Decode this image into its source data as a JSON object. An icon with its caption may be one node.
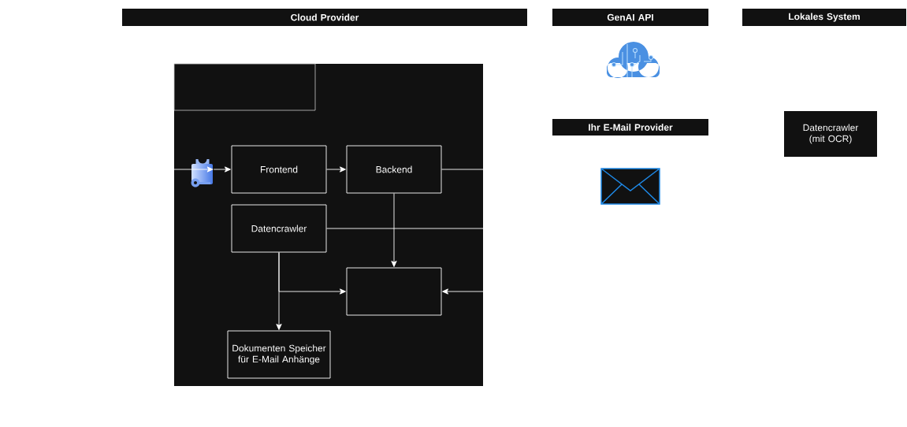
{
  "diagram": {
    "nodes": [
      {
        "text": [
          "Cloud Provider"
        ]
      },
      {
        "text": [
          "GenAI API"
        ]
      },
      {
        "text": [
          "Lokales System"
        ]
      },
      {
        "text": [],
        "shape": "box"
      },
      {
        "text": [],
        "shape": "box",
        "in": 3
      },
      {
        "text": [],
        "shape": "picture",
        "in": 3
      },
      {
        "text": [
          "Frontend"
        ],
        "in": 3
      },
      {
        "text": [
          "Backend"
        ],
        "in": 3
      },
      {
        "text": [
          "Datencrawler"
        ],
        "in": 3
      },
      {
        "text": [],
        "shape": "box",
        "in": 3
      },
      {
        "text": [
          "Dokumenten Speicher für E-Mail Anhänge"
        ],
        "in": 3
      },
      {
        "text": [
          "Ihr E-Mail Provider"
        ]
      },
      {
        "text": [
          "Datencrawler (mit OCR)"
        ]
      }
    ],
    "edges": [
      {
        "from": null,
        "to": 5,
        "arrow": "to"
      },
      {
        "from": 5,
        "to": 6,
        "arrow": "to"
      },
      {
        "from": 6,
        "to": 7,
        "arrow": "to"
      },
      {
        "from": 7,
        "to": null,
        "arrow": "none"
      },
      {
        "from": 8,
        "to": null,
        "arrow": "none"
      },
      {
        "from": 7,
        "to": 9,
        "arrow": "to"
      },
      {
        "from": null,
        "to": 9,
        "arrow": "to"
      },
      {
        "from": 8,
        "to": 10,
        "arrow": "to"
      },
      {
        "from": 8,
        "to": 9,
        "arrow": "to"
      }
    ]
  }
}
